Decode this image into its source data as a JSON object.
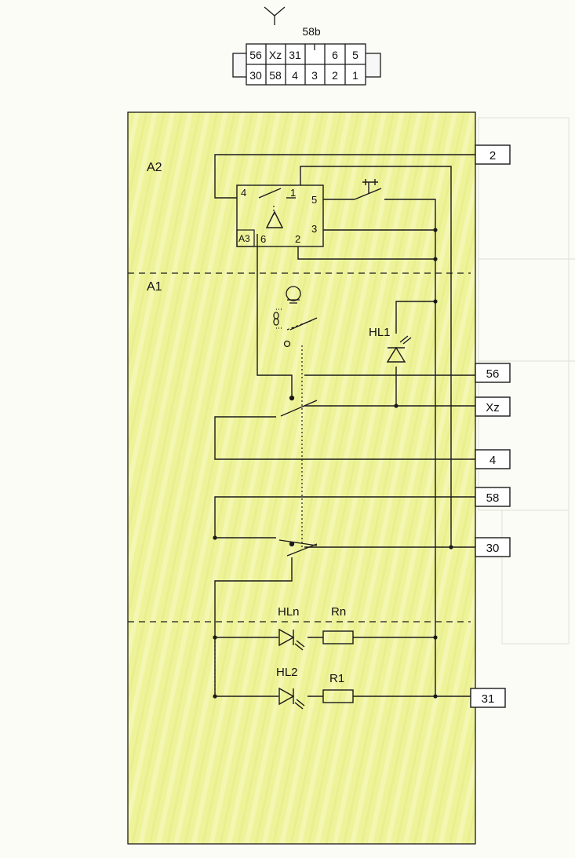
{
  "connector": {
    "label": "58b",
    "top_row": [
      "56",
      "Xz",
      "31",
      "",
      "6",
      "5"
    ],
    "bottom_row": [
      "30",
      "58",
      "4",
      "3",
      "2",
      "1"
    ]
  },
  "blocks": {
    "a2": "A2",
    "a1": "A1",
    "a3": "A3"
  },
  "relay_pins": {
    "p4": "4",
    "p1": "1",
    "p5": "5",
    "p3": "3",
    "p6": "6",
    "p2": "2"
  },
  "components": {
    "hl1": "HL1",
    "hln": "HLn",
    "hl2": "HL2",
    "rn": "Rn",
    "r1": "R1"
  },
  "terminals": {
    "t2": "2",
    "t56": "56",
    "txz": "Xz",
    "t4": "4",
    "t58": "58",
    "t30": "30",
    "t31": "31"
  },
  "colors": {
    "panel": "#eef39a",
    "line": "#1a1a1a"
  }
}
